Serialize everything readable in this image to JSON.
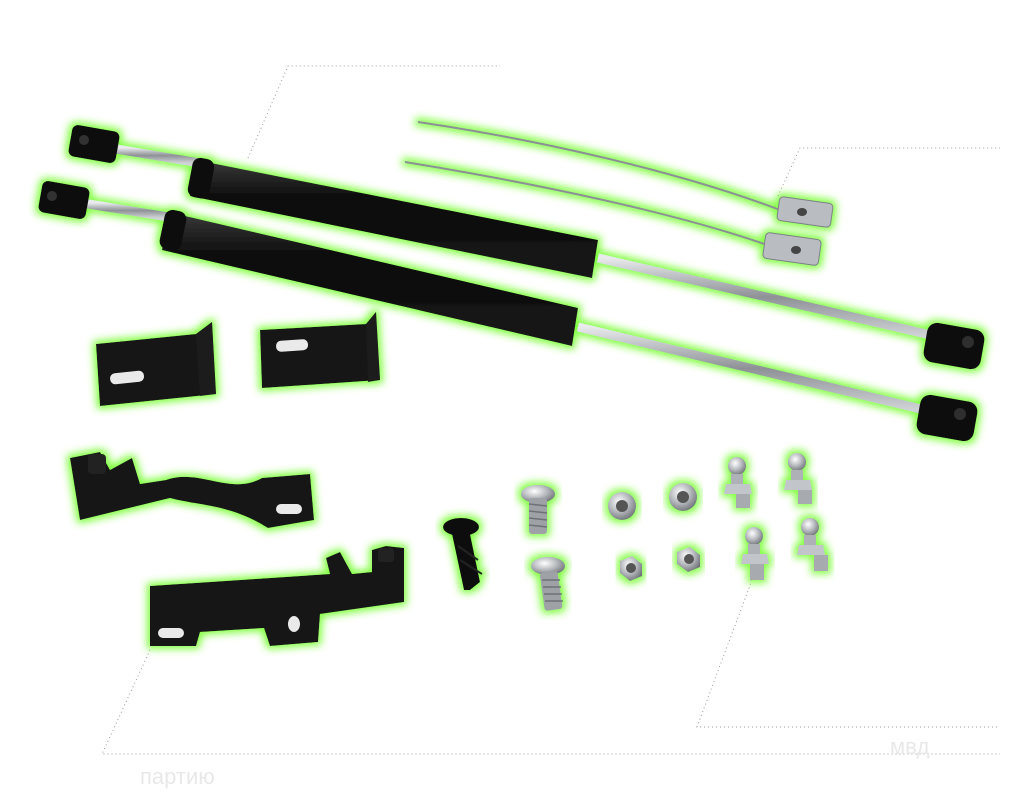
{
  "watermark_left": "партию",
  "watermark_right": "мвд",
  "colors": {
    "background": "#ffffff",
    "glow": "#7dff3a",
    "metal_black": "#111111",
    "steel": "#b8bcc0",
    "zinc": "#c7c9cc"
  },
  "parts": [
    "gas-strut",
    "gas-strut",
    "cable-with-tab",
    "cable-with-tab",
    "l-bracket",
    "l-bracket",
    "hinge-bracket",
    "hinge-bracket",
    "push-clip",
    "bolt",
    "bolt",
    "washer",
    "washer",
    "nut",
    "nut",
    "ball-stud",
    "ball-stud",
    "ball-stud",
    "ball-stud"
  ]
}
